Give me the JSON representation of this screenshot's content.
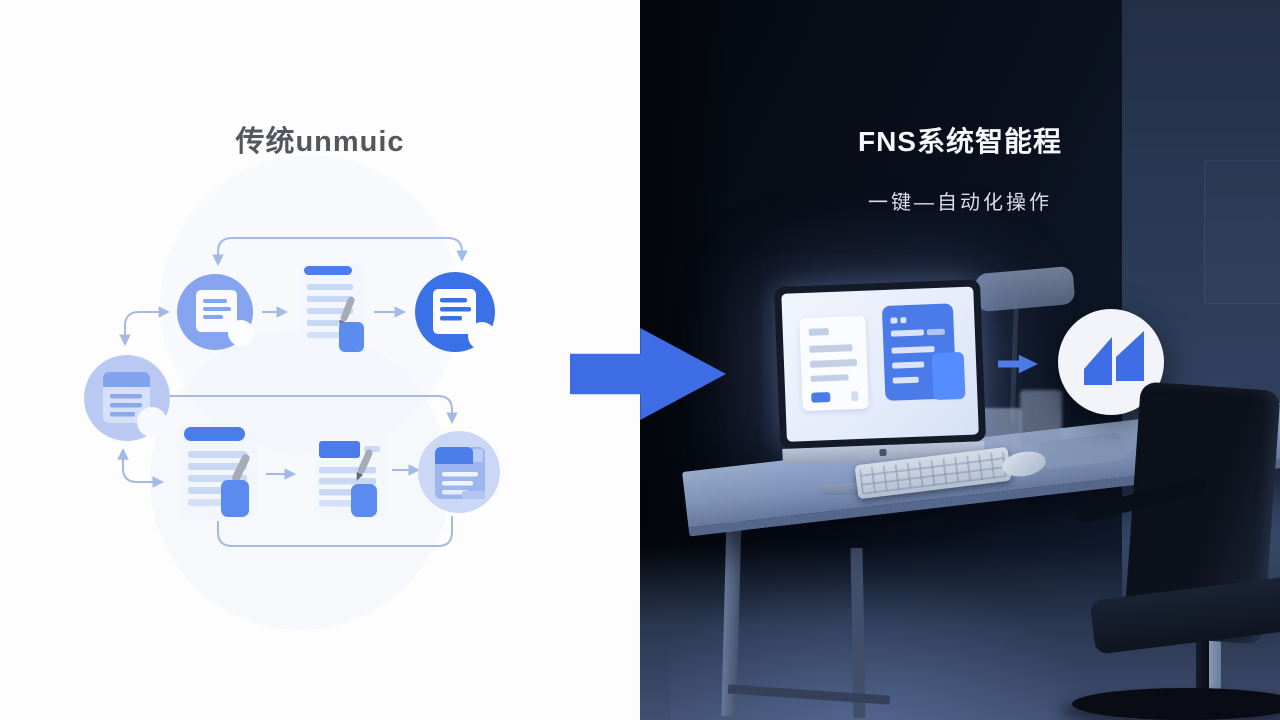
{
  "left_panel": {
    "heading": "传统unmuic",
    "flow_nodes": [
      "document-badge-circle-medium",
      "document-edit-page",
      "document-badge-circle-strong",
      "document-badge-circle-pale",
      "document-edit-page",
      "document-edit-highlight-page",
      "document-circle-pale"
    ]
  },
  "divider": {
    "arrow_icon": "big-right-arrow-icon"
  },
  "right_panel": {
    "heading": "FNS系统智能程",
    "subheading": "一键—自动化操作",
    "scene_icons": [
      "desktop-monitor",
      "keyboard",
      "mouse",
      "mousepad",
      "desk",
      "desk-lamp",
      "office-chair",
      "brand-logo-circle",
      "small-right-arrow-icon"
    ]
  },
  "colors": {
    "accent": "#3f6de5",
    "node-strong": "#3a71e6",
    "node-medium": "#86a4ef",
    "node-pale": "#b9c9f2",
    "connector": "#a3bae6",
    "screen-card": "#4a7be8",
    "dark-room": "#0b101c"
  }
}
